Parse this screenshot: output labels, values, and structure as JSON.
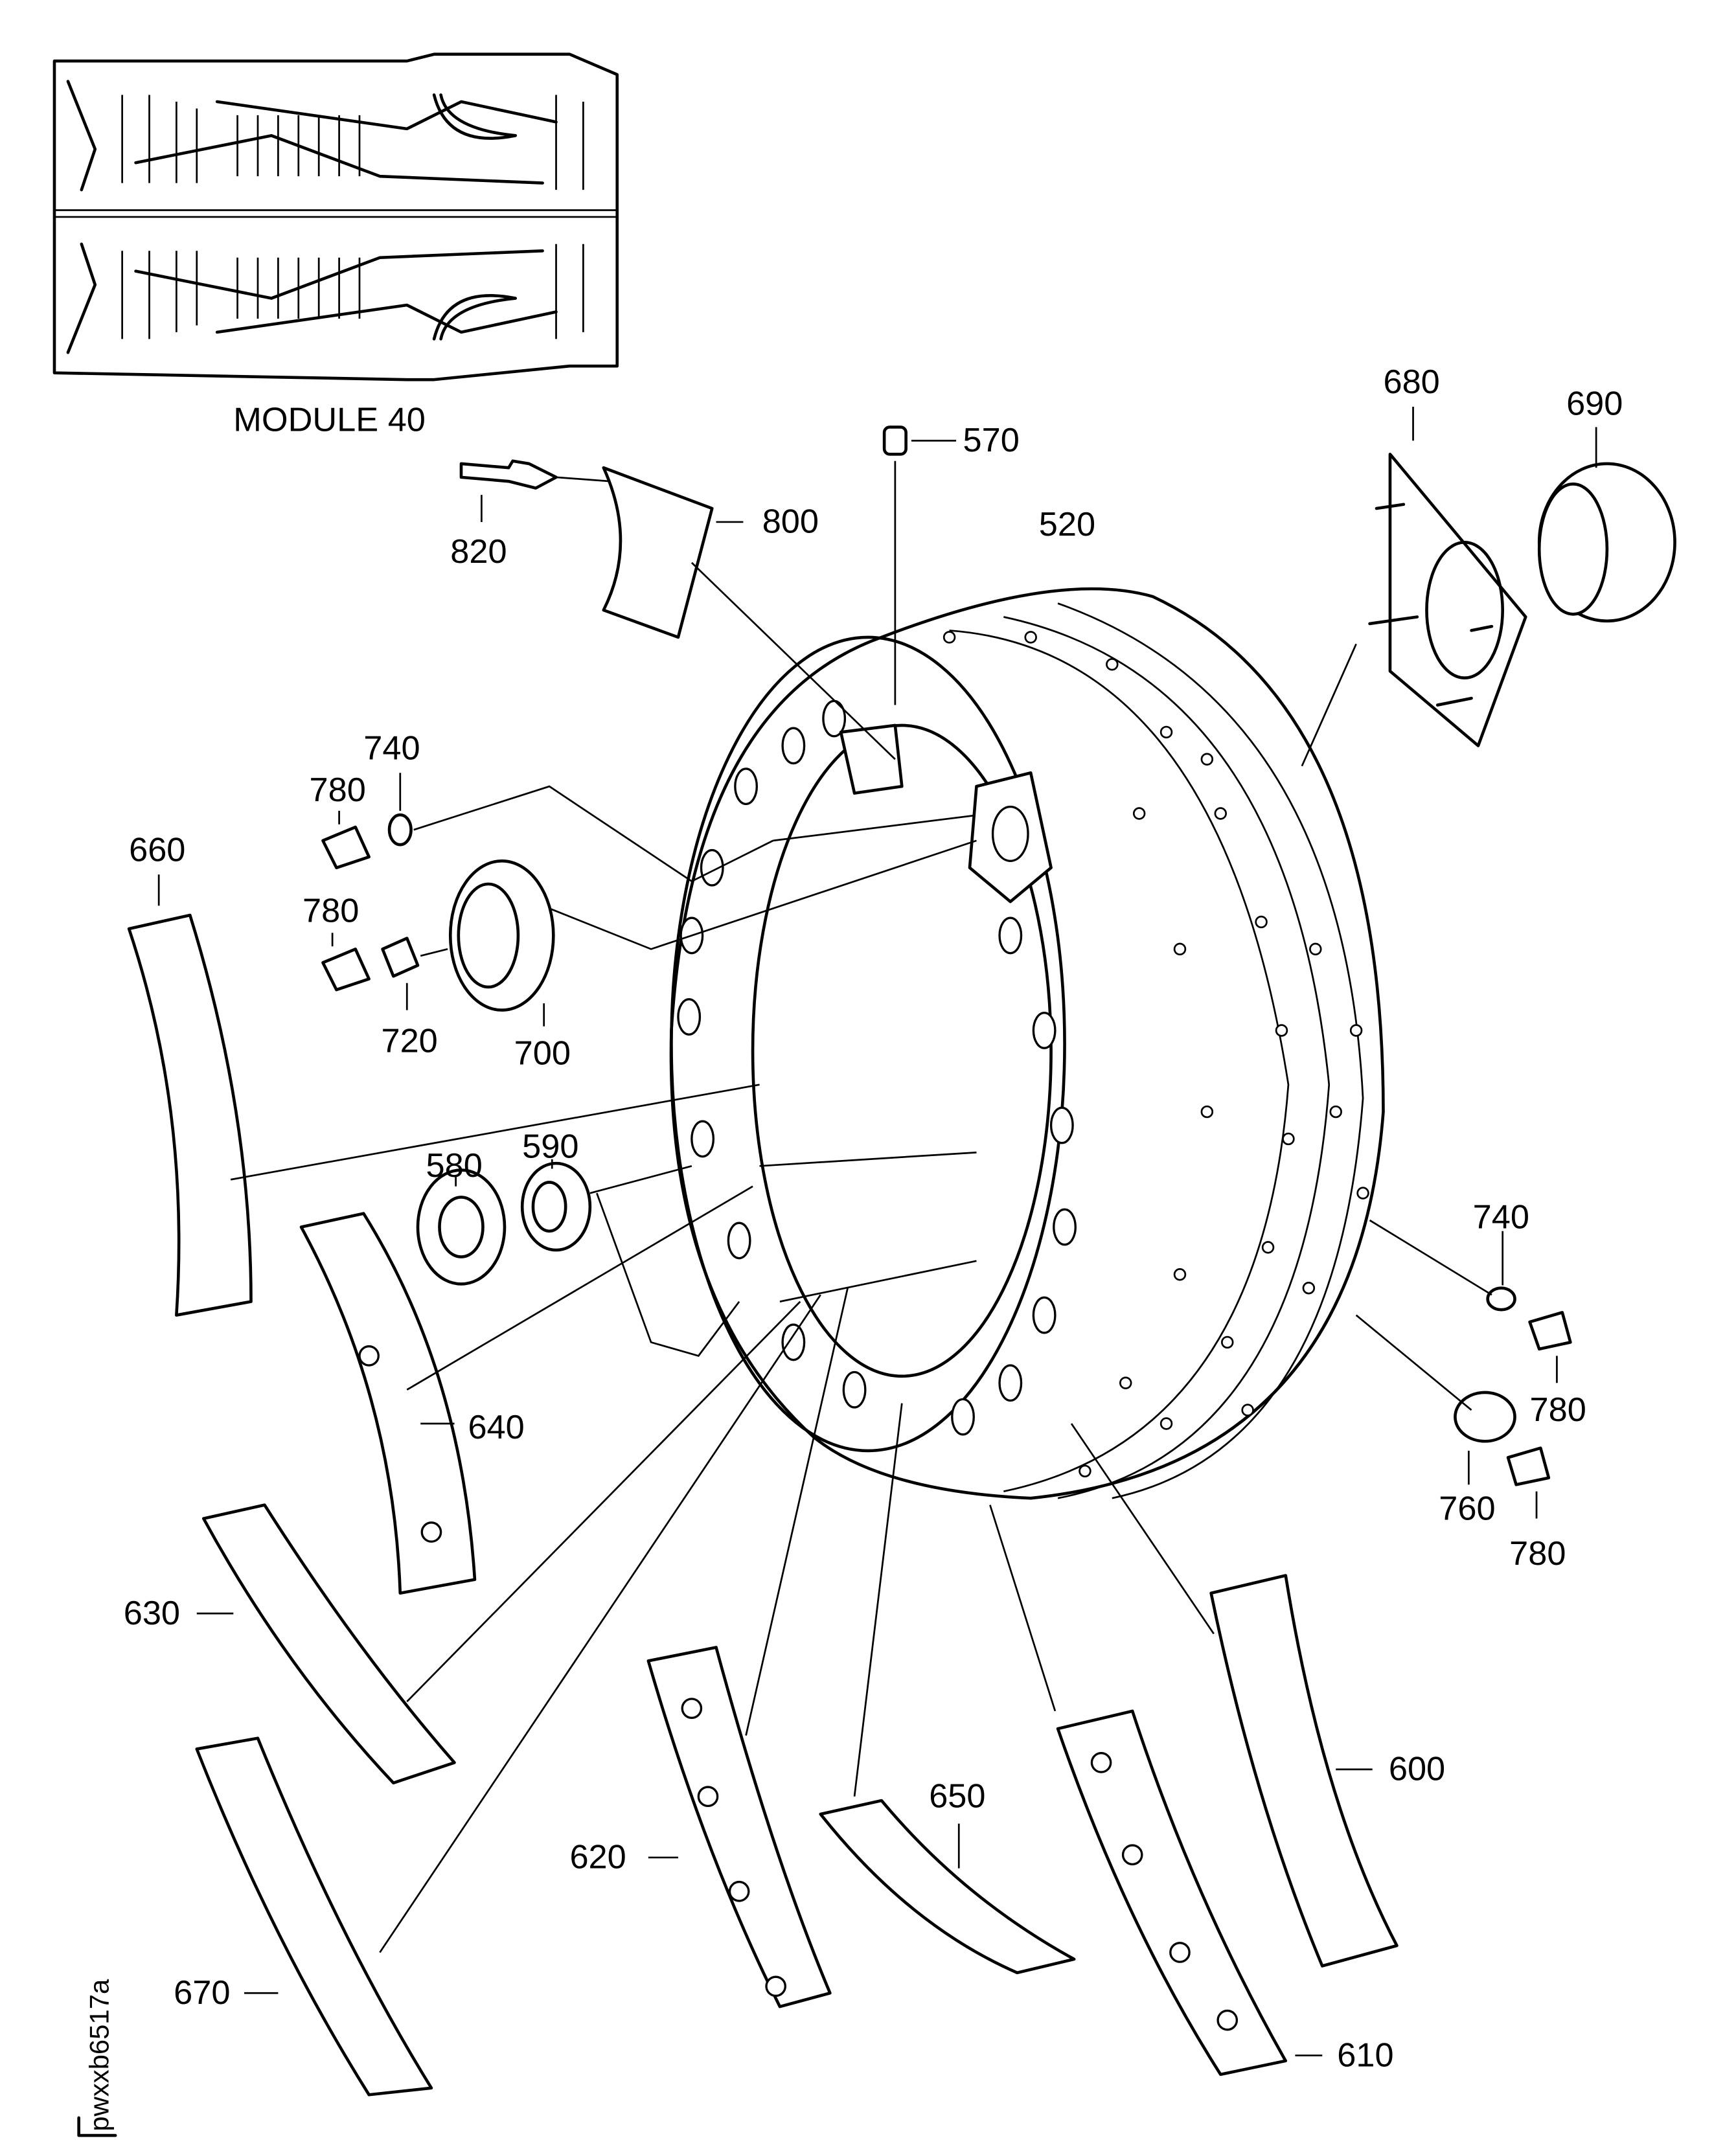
{
  "module_label": "MODULE 40",
  "figure_id": "pwxxb6517a",
  "callouts": [
    "570",
    "680",
    "690",
    "520",
    "800",
    "820",
    "740",
    "780",
    "660",
    "780",
    "720",
    "700",
    "580",
    "590",
    "740",
    "780",
    "760",
    "780",
    "640",
    "630",
    "600",
    "650",
    "620",
    "670",
    "610"
  ],
  "colors": {
    "ink": "#000000",
    "paper": "#ffffff"
  }
}
